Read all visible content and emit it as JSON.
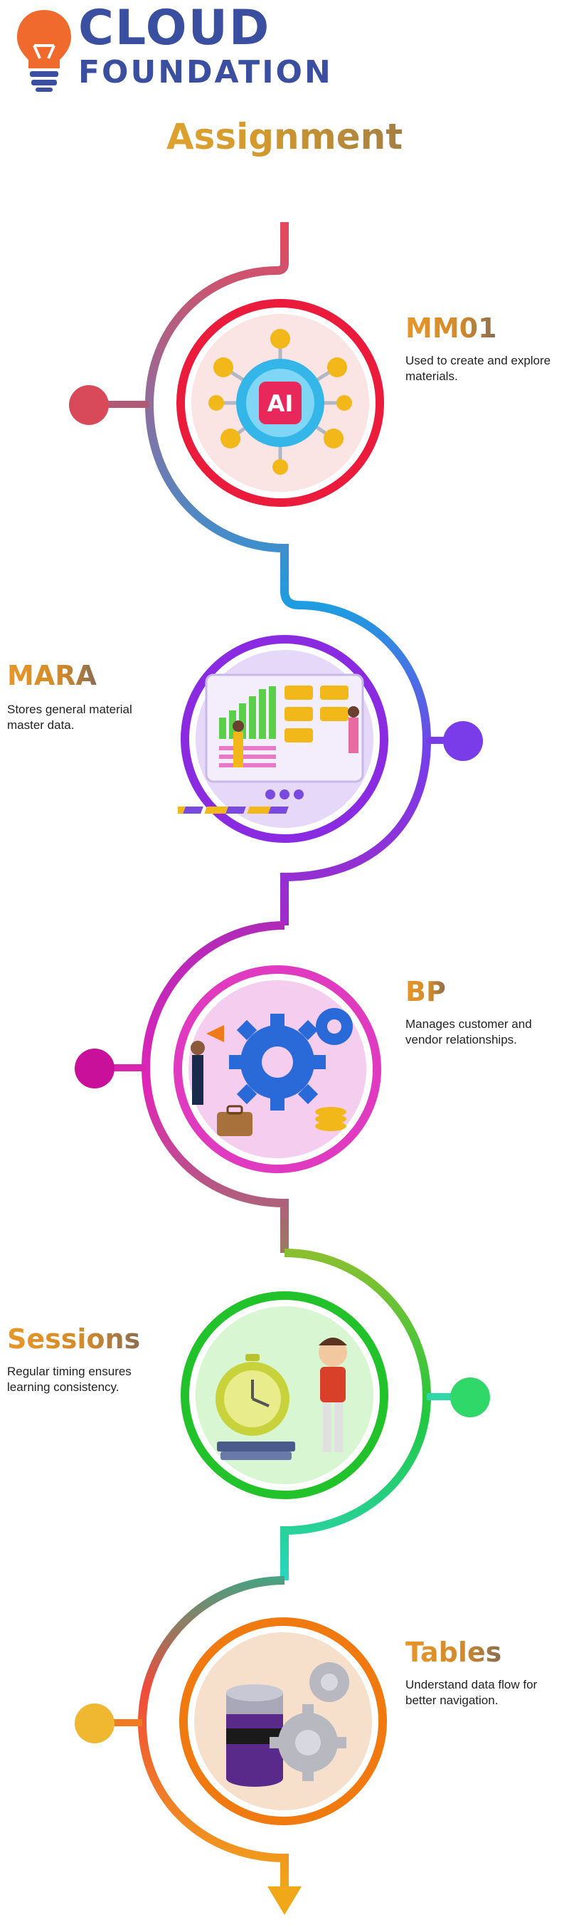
{
  "brand": {
    "line1": "CLOUD",
    "line2": "FOUNDATION",
    "colors": {
      "text": "#3a4fa0",
      "bulb": "#ef6a2c"
    }
  },
  "title": "Assignment",
  "steps": [
    {
      "title": "MM01",
      "description": "Used to create and explore materials.",
      "accent": "#e8203a",
      "icon": "ai-chip-icon"
    },
    {
      "title": "MARA",
      "description": "Stores general material master data.",
      "accent": "#8a2be2",
      "icon": "analytics-dashboard-icon"
    },
    {
      "title": "BP",
      "description": "Manages customer and vendor relationships.",
      "accent": "#d42aa8",
      "icon": "gears-icon"
    },
    {
      "title": "Sessions",
      "description": "Regular timing ensures learning consistency.",
      "accent": "#22c22a",
      "icon": "alarm-clock-icon"
    },
    {
      "title": "Tables",
      "description": "Understand data flow for better navigation.",
      "accent": "#f07a10",
      "icon": "database-gears-icon"
    }
  ]
}
